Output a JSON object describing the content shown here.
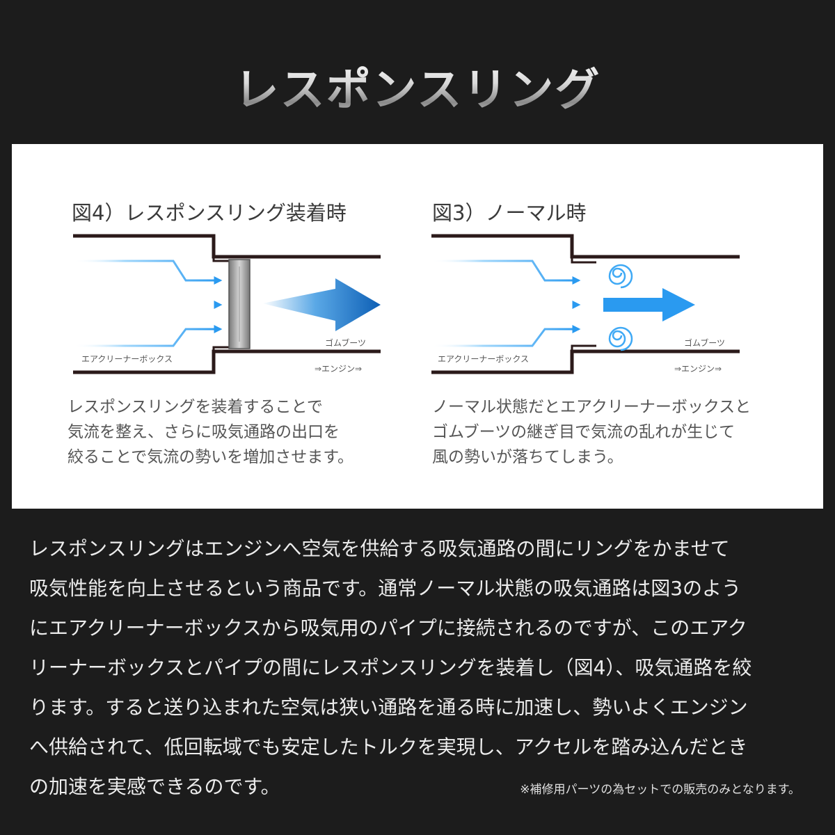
{
  "title": "レスポンスリング",
  "figures": {
    "with_ring": {
      "title": "図4）レスポンスリング装着時",
      "label_box": "エアクリーナーボックス",
      "label_boot": "ゴムブーツ",
      "label_engine": "⇒エンジン⇒",
      "caption": [
        "レスポンスリングを装着することで",
        "気流を整え、さらに吸気通路の出口を",
        "絞ることで気流の勢いを増加させます。"
      ]
    },
    "normal": {
      "title": "図3）ノーマル時",
      "label_box": "エアクリーナーボックス",
      "label_boot": "ゴムブーツ",
      "label_engine": "⇒エンジン⇒",
      "caption": [
        "ノーマル状態だとエアクリーナーボックスと",
        "ゴムブーツの継ぎ目で気流の乱れが生じて",
        "風の勢いが落ちてしまう。"
      ]
    }
  },
  "body": [
    "レスポンスリングはエンジンへ空気を供給する吸気通路の間にリングをかませて",
    "吸気性能を向上させるという商品です。通常ノーマル状態の吸気通路は図3のよう",
    "にエアクリーナーボックスから吸気用のパイプに接続されるのですが、このエアク",
    "リーナーボックスとパイプの間にレスポンスリングを装着し（図4）、吸気通路を絞",
    "ります。すると送り込まれた空気は狭い通路を通る時に加速し、勢いよくエンジン",
    "へ供給されて、低回転域でも安定したトルクを実現し、アクセルを踏み込んだとき",
    "の加速を実感できるのです。"
  ],
  "footnote": "※補修用パーツの為セットでの販売のみとなります。",
  "colors": {
    "background": "#1c1c1c",
    "panel": "#ffffff",
    "airflow": "#3fa9f5",
    "big_arrow": "#1a6fc4",
    "pipe": "#2b1a1a"
  }
}
